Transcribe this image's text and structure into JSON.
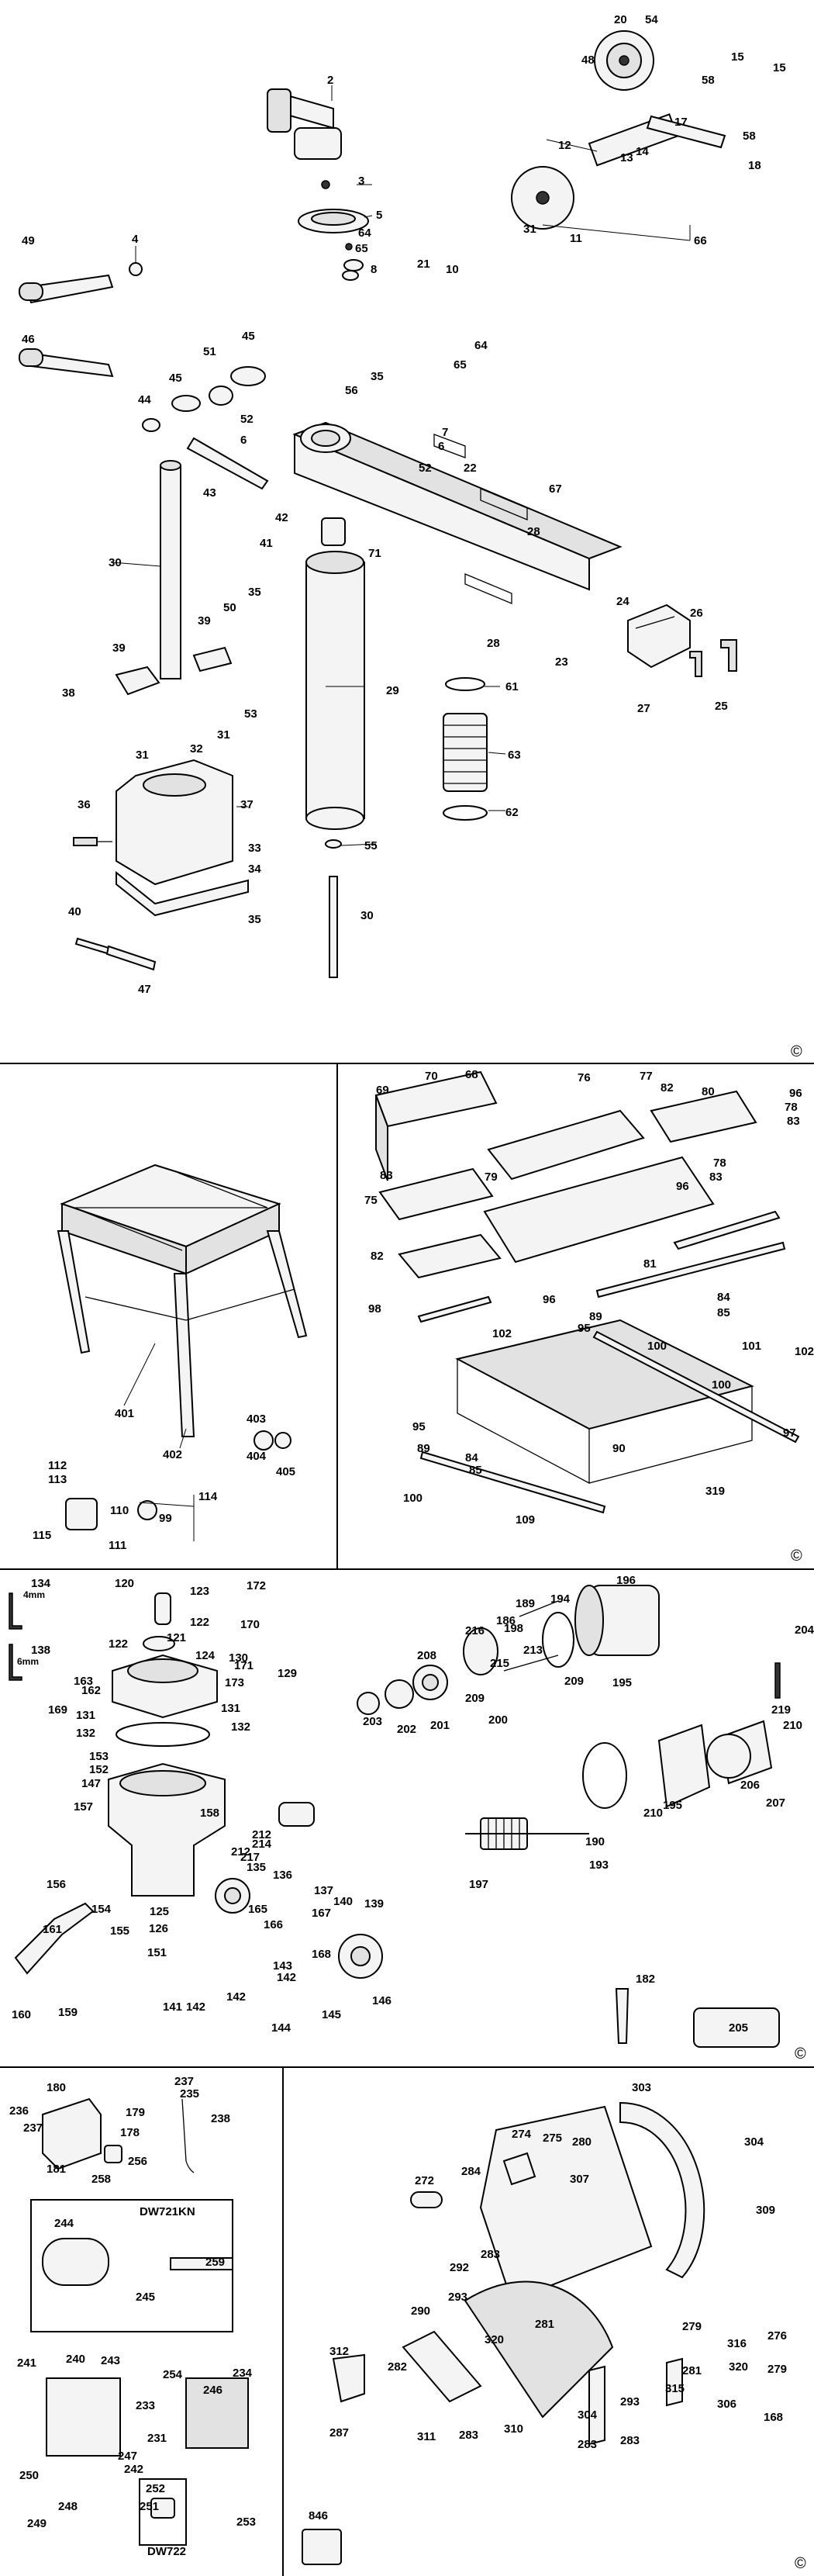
{
  "sheets": [
    {
      "id": "sheet-1-arm-column",
      "callouts": [
        "2",
        "3",
        "4",
        "5",
        "6",
        "6",
        "7",
        "8",
        "10",
        "11",
        "12",
        "13",
        "14",
        "15",
        "15",
        "17",
        "18",
        "20",
        "21",
        "22",
        "23",
        "24",
        "25",
        "26",
        "27",
        "28",
        "28",
        "29",
        "30",
        "30",
        "31",
        "31",
        "31",
        "32",
        "33",
        "34",
        "35",
        "35",
        "35",
        "36",
        "37",
        "38",
        "39",
        "39",
        "40",
        "41",
        "42",
        "43",
        "44",
        "45",
        "45",
        "46",
        "47",
        "48",
        "49",
        "50",
        "51",
        "52",
        "52",
        "53",
        "54",
        "55",
        "56",
        "58",
        "58",
        "61",
        "62",
        "63",
        "64",
        "64",
        "65",
        "65",
        "66",
        "67",
        "71"
      ]
    },
    {
      "id": "sheet-2-stand-table",
      "callouts": [
        "68",
        "69",
        "70",
        "75",
        "76",
        "77",
        "78",
        "78",
        "79",
        "80",
        "81",
        "82",
        "82",
        "83",
        "83",
        "83",
        "84",
        "84",
        "85",
        "85",
        "89",
        "89",
        "90",
        "95",
        "95",
        "96",
        "96",
        "96",
        "97",
        "98",
        "99",
        "100",
        "100",
        "100",
        "101",
        "102",
        "102",
        "109",
        "110",
        "111",
        "112",
        "113",
        "114",
        "115",
        "319",
        "401",
        "402",
        "403",
        "404",
        "405"
      ]
    },
    {
      "id": "sheet-3-motor-yoke",
      "callouts": [
        "120",
        "121",
        "122",
        "122",
        "123",
        "124",
        "125",
        "126",
        "129",
        "130",
        "131",
        "131",
        "132",
        "132",
        "134",
        "4mm",
        "135",
        "136",
        "137",
        "138",
        "6mm",
        "139",
        "140",
        "141",
        "142",
        "142",
        "142",
        "143",
        "144",
        "145",
        "146",
        "147",
        "151",
        "152",
        "153",
        "154",
        "155",
        "156",
        "157",
        "158",
        "159",
        "160",
        "161",
        "162",
        "163",
        "165",
        "166",
        "167",
        "168",
        "169",
        "170",
        "171",
        "172",
        "173",
        "182",
        "186",
        "189",
        "190",
        "193",
        "194",
        "195",
        "195",
        "196",
        "197",
        "198",
        "200",
        "201",
        "202",
        "203",
        "204",
        "205",
        "206",
        "207",
        "208",
        "209",
        "209",
        "210",
        "210",
        "212",
        "212",
        "213",
        "214",
        "215",
        "216",
        "217",
        "219"
      ]
    },
    {
      "id": "sheet-4-switch",
      "callouts": [
        "178",
        "179",
        "180",
        "181",
        "231",
        "233",
        "234",
        "235",
        "236",
        "237",
        "237",
        "238",
        "240",
        "241",
        "242",
        "243",
        "244",
        "245",
        "246",
        "247",
        "248",
        "249",
        "250",
        "251",
        "252",
        "253",
        "254",
        "256",
        "258",
        "259"
      ],
      "model_labels": [
        "DW721KN",
        "DW722"
      ]
    },
    {
      "id": "sheet-4-guard",
      "callouts": [
        "168",
        "272",
        "274",
        "275",
        "276",
        "279",
        "279",
        "280",
        "281",
        "281",
        "282",
        "283",
        "283",
        "283",
        "283",
        "284",
        "287",
        "290",
        "292",
        "293",
        "293",
        "303",
        "304",
        "304",
        "306",
        "307",
        "309",
        "310",
        "311",
        "312",
        "315",
        "316",
        "320",
        "320",
        "846"
      ]
    }
  ],
  "copyright_mark": "©"
}
